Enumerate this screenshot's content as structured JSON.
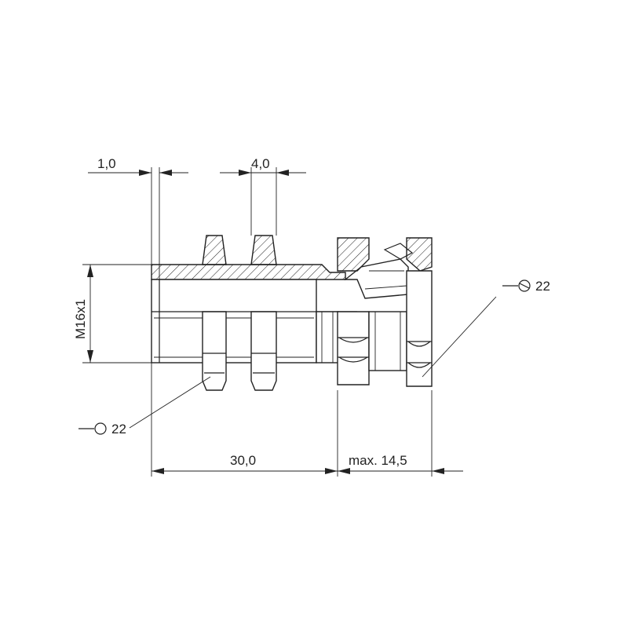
{
  "dimensions": {
    "top_left": "1,0",
    "top_right": "4,0",
    "thread": "M16x1",
    "length": "30,0",
    "max_length": "max. 14,5"
  },
  "wrench_callouts": {
    "right": "22",
    "left": "22"
  },
  "icons": {
    "wrench": "open-end-wrench-icon"
  },
  "colors": {
    "line": "#222222",
    "background": "#ffffff"
  }
}
